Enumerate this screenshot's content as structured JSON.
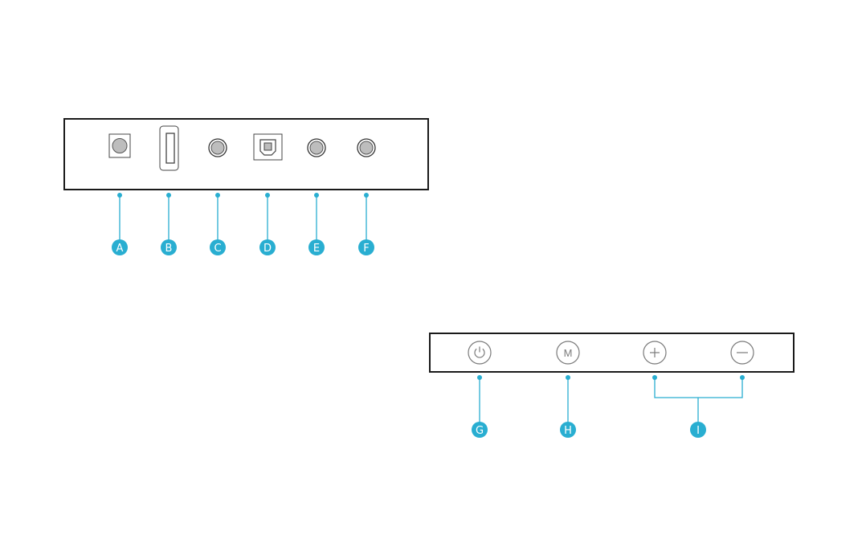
{
  "colors": {
    "accent": "#29aed1",
    "panel_border": "#1a1a1a"
  },
  "rear_panel": {
    "ports": [
      {
        "id": "port-a",
        "label": "A",
        "icon": "square-jack-icon"
      },
      {
        "id": "port-b",
        "label": "B",
        "icon": "usb-a-port-icon"
      },
      {
        "id": "port-c",
        "label": "C",
        "icon": "round-jack-icon"
      },
      {
        "id": "port-d",
        "label": "D",
        "icon": "optical-port-icon"
      },
      {
        "id": "port-e",
        "label": "E",
        "icon": "round-jack-icon"
      },
      {
        "id": "port-f",
        "label": "F",
        "icon": "round-jack-icon"
      }
    ]
  },
  "control_panel": {
    "buttons": [
      {
        "id": "power",
        "icon": "power-icon",
        "glyph": ""
      },
      {
        "id": "mode",
        "icon": "mode-m-icon",
        "glyph": "M"
      },
      {
        "id": "plus",
        "icon": "plus-icon",
        "glyph": ""
      },
      {
        "id": "minus",
        "icon": "minus-icon",
        "glyph": ""
      }
    ],
    "labels": [
      {
        "label": "G"
      },
      {
        "label": "H"
      },
      {
        "label": "I"
      }
    ]
  }
}
